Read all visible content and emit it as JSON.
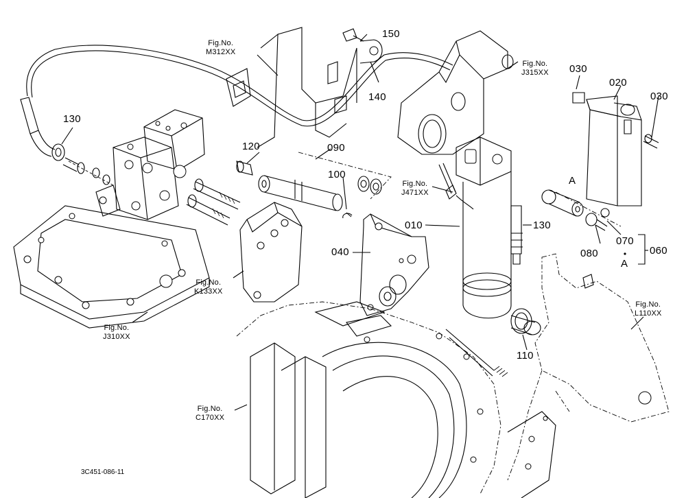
{
  "parts": {
    "p150": "150",
    "p140": "140",
    "p130a": "130",
    "p120": "120",
    "p090": "090",
    "p100": "100",
    "p030a": "030",
    "p020": "020",
    "p030b": "030",
    "p010": "010",
    "p130b": "130",
    "p040": "040",
    "p080": "080",
    "p070": "070",
    "p060": "060",
    "p110": "110",
    "pA1": "A",
    "pA2": "A"
  },
  "fig_refs": {
    "m312": {
      "line1": "Fig.No.",
      "line2": "M312XX"
    },
    "j315": {
      "line1": "Fig.No.",
      "line2": "J315XX"
    },
    "j471": {
      "line1": "Fig.No.",
      "line2": "J471XX"
    },
    "k133": {
      "line1": "Fig.No.",
      "line2": "K133XX"
    },
    "j310": {
      "line1": "Fig.No.",
      "line2": "J310XX"
    },
    "l110": {
      "line1": "Fig.No.",
      "line2": "L110XX"
    },
    "c170": {
      "line1": "Fig.No.",
      "line2": "C170XX"
    }
  },
  "drawing_code": "3C451-086-11"
}
